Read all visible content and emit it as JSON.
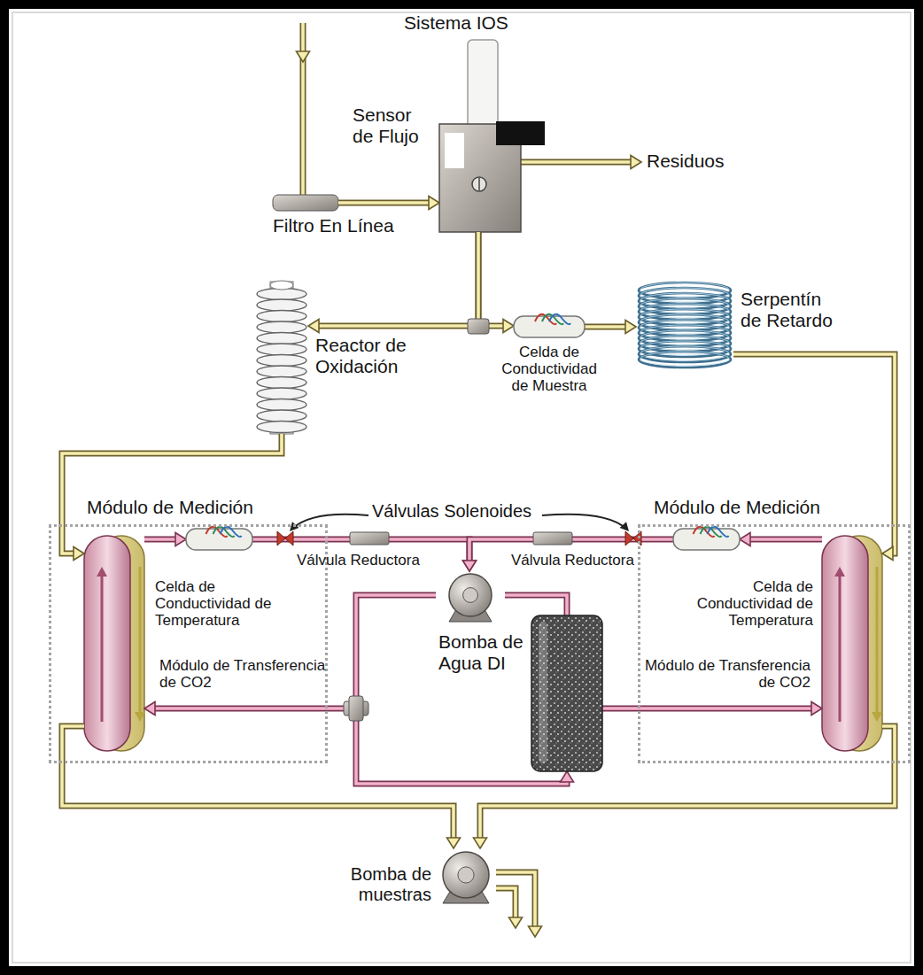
{
  "diagram": {
    "nodes": [
      {
        "text": [
          "Sistema IOS"
        ]
      },
      {
        "text": [
          "Filtro En Línea"
        ]
      },
      {
        "text": [
          "Reactor de Oxidación"
        ]
      },
      {
        "text": [
          "Celda de Conductividad de Muestra"
        ]
      },
      {
        "text": [
          "Serpentín de Retardo"
        ]
      },
      {
        "text": [
          "Módulo de Medición"
        ]
      },
      {
        "text": [
          "Celda de Conductividad de Temperatura"
        ],
        "in": 5
      },
      {
        "text": [
          "Módulo de Transferencia de CO2"
        ],
        "in": 5
      },
      {
        "text": [
          "Módulo de Medición"
        ]
      },
      {
        "text": [
          "Celda de Conductividad de Temperatura"
        ],
        "in": 8
      },
      {
        "text": [
          "Módulo de Transferencia de CO2"
        ],
        "in": 8
      },
      {
        "text": [
          "Bomba de Agua DI"
        ]
      },
      {
        "text": [
          "Bomba de muestras"
        ]
      }
    ],
    "edges": [
      {
        "from": 1,
        "to": 0,
        "arrow": "to"
      },
      {
        "from": 0,
        "to": 2,
        "arrow": "to"
      },
      {
        "from": 0,
        "to": 3,
        "arrow": "to"
      },
      {
        "from": 3,
        "to": 4,
        "arrow": "to"
      },
      {
        "from": 2,
        "to": 7,
        "arrow": "to"
      },
      {
        "from": 4,
        "to": 10,
        "arrow": "to"
      },
      {
        "from": 7,
        "to": 6,
        "arrow": "to"
      },
      {
        "from": 6,
        "to": 11,
        "arrow": "to"
      },
      {
        "from": 10,
        "to": 9,
        "arrow": "to"
      },
      {
        "from": 9,
        "to": 11,
        "arrow": "to"
      },
      {
        "from": 11,
        "to": 7,
        "arrow": "to"
      },
      {
        "from": 11,
        "to": 10,
        "arrow": "to"
      },
      {
        "from": 7,
        "to": 12,
        "arrow": "to"
      },
      {
        "from": 10,
        "to": 12,
        "arrow": "to"
      }
    ],
    "labels": [
      "Sensor de Flujo",
      "Residuos",
      "Válvulas Solenoides",
      "Válvula Reductora",
      "Válvula Reductora"
    ]
  }
}
